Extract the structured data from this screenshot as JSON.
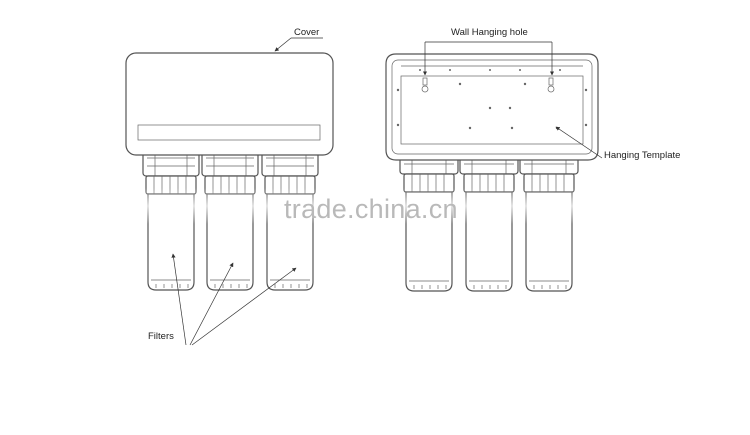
{
  "labels": {
    "cover": "Cover",
    "wall_hanging_hole": "Wall Hanging hole",
    "hanging_template": "Hanging Template",
    "filters": "Filters"
  },
  "watermark": "trade.china.cn",
  "colors": {
    "line": "#555555",
    "watermark": "#b9b9b9",
    "background": "#ffffff"
  }
}
